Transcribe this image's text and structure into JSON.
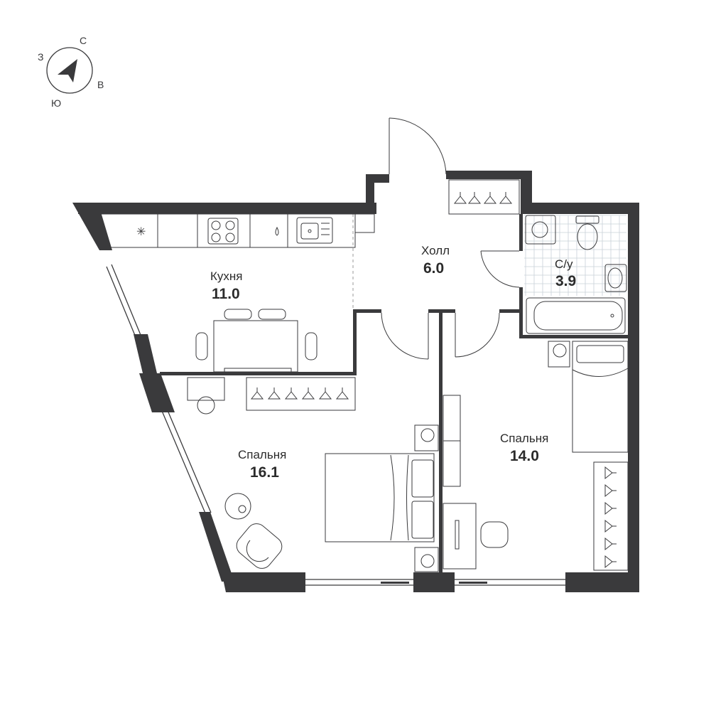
{
  "compass": {
    "north": "С",
    "east": "В",
    "south": "Ю",
    "west": "З"
  },
  "rooms": {
    "kitchen": {
      "name": "Кухня",
      "area": "11.0"
    },
    "hall": {
      "name": "Холл",
      "area": "6.0"
    },
    "bathroom": {
      "name": "С/у",
      "area": "3.9"
    },
    "bedroom_left": {
      "name": "Спальня",
      "area": "16.1"
    },
    "bedroom_right": {
      "name": "Спальня",
      "area": "14.0"
    }
  },
  "colors": {
    "wall": "#3a3a3c",
    "background": "#ffffff",
    "bathroom_tile": "#c8d0d8"
  },
  "icons": [
    "compass-arrow-icon",
    "hanger-icon",
    "stove-icon",
    "sink-icon",
    "toilet-icon",
    "bathtub-icon",
    "washing-machine-icon",
    "fan-icon",
    "armchair-icon",
    "lamp-icon",
    "desk-chair-icon"
  ]
}
